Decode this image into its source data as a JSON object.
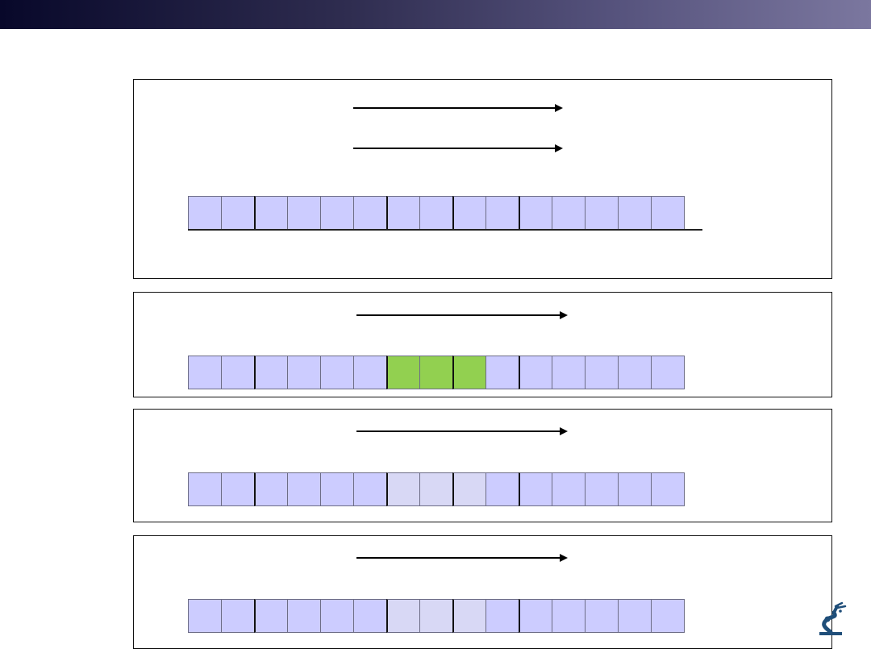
{
  "colors": {
    "cell_default": "#ccccff",
    "cell_highlight": "#92d050",
    "cell_faded": "#d8d8f5",
    "title_bar_start": "#08082a",
    "title_bar_end": "#7b779f"
  },
  "logo_icon": "robot-arm-icon",
  "panels": [
    {
      "name": "panel-1",
      "arrows": 2,
      "cell_states": [
        "default",
        "default",
        "default",
        "default",
        "default",
        "default",
        "default",
        "default",
        "default",
        "default",
        "default",
        "default",
        "default",
        "default",
        "default"
      ]
    },
    {
      "name": "panel-2",
      "arrows": 1,
      "cell_states": [
        "default",
        "default",
        "default",
        "default",
        "default",
        "default",
        "highlight",
        "highlight",
        "highlight",
        "default",
        "default",
        "default",
        "default",
        "default",
        "default"
      ]
    },
    {
      "name": "panel-3",
      "arrows": 1,
      "cell_states": [
        "default",
        "default",
        "default",
        "default",
        "default",
        "default",
        "faded",
        "faded",
        "faded",
        "default",
        "default",
        "default",
        "default",
        "default",
        "default"
      ]
    },
    {
      "name": "panel-4",
      "arrows": 1,
      "cell_states": [
        "default",
        "default",
        "default",
        "default",
        "default",
        "default",
        "faded",
        "faded",
        "faded",
        "default",
        "default",
        "default",
        "default",
        "default",
        "default"
      ]
    }
  ]
}
